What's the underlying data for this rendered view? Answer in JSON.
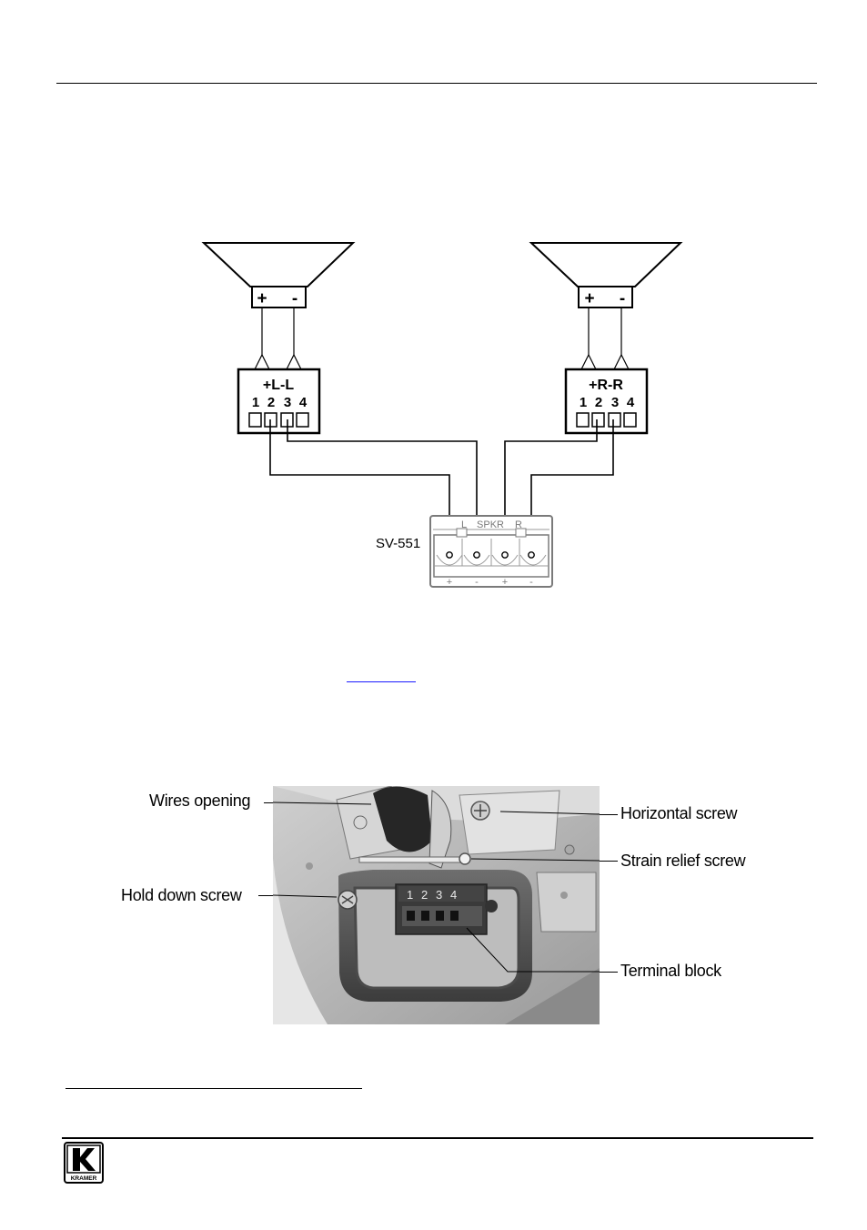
{
  "wiring_diagram": {
    "left_speaker": {
      "plus": "+",
      "minus": "-"
    },
    "right_speaker": {
      "plus": "+",
      "minus": "-"
    },
    "left_block": {
      "title": "+L-L",
      "pins": [
        "1",
        "2",
        "3",
        "4"
      ]
    },
    "right_block": {
      "title": "+R-R",
      "pins": [
        "1",
        "2",
        "3",
        "4"
      ]
    },
    "device_label": "SV-551",
    "device_connector": {
      "header": "SPKR",
      "left_channel": "L",
      "right_channel": "R",
      "polarity": [
        "+",
        "-",
        "+",
        "-"
      ]
    }
  },
  "photo": {
    "callouts": {
      "wires_opening": "Wires opening",
      "hold_down_screw": "Hold down screw",
      "horizontal_screw": "Horizontal screw",
      "strain_relief_screw": "Strain relief screw",
      "terminal_block": "Terminal block"
    },
    "terminal_numbers": [
      "1",
      "2",
      "3",
      "4"
    ]
  },
  "footer": {
    "logo_text": "KRAMER"
  },
  "colors": {
    "photo_bg": "#b8b8b8",
    "device_outline": "#7a7a7a",
    "link": "#1a1aff"
  }
}
